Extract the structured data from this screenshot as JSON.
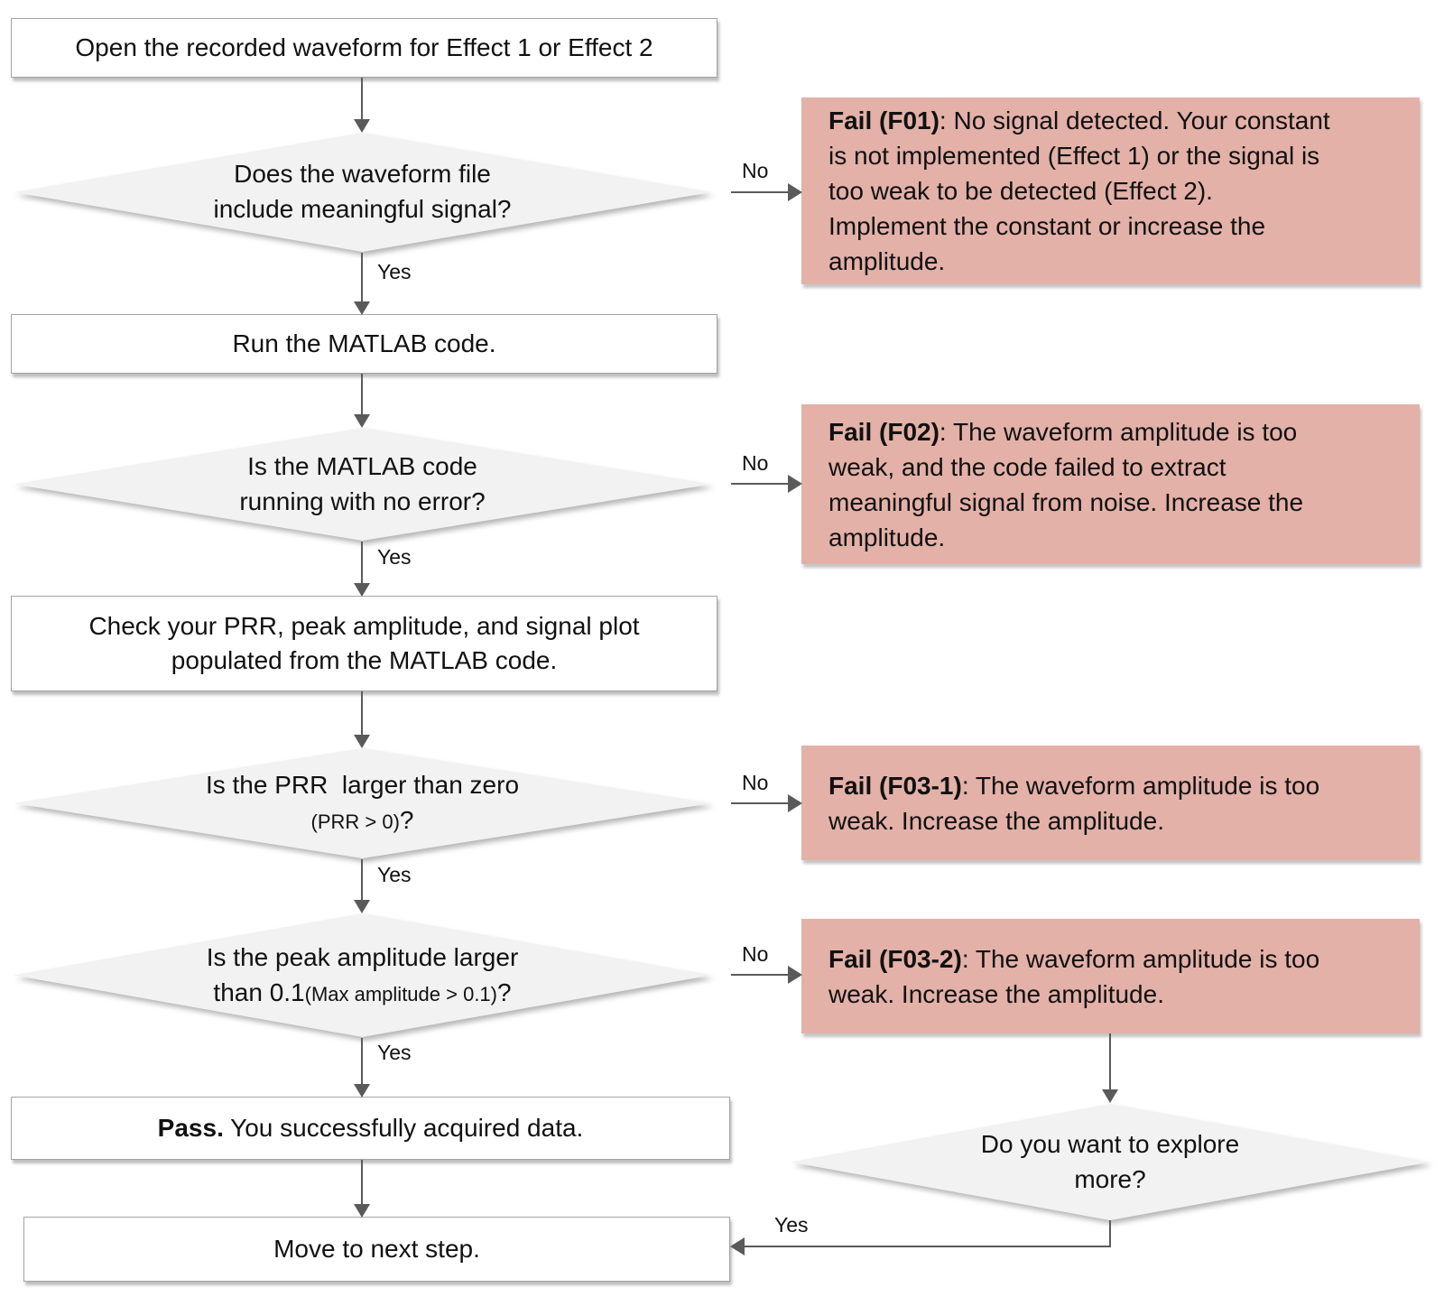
{
  "flow": {
    "start": {
      "label": "Open the recorded waveform for Effect 1 or Effect 2"
    },
    "d1": {
      "line1": "Does the waveform file",
      "line2": "include meaningful signal?"
    },
    "run": {
      "label": "Run the MATLAB code."
    },
    "d2": {
      "line1": "Is the MATLAB code",
      "line2": "running with no error?"
    },
    "check": {
      "line1": "Check your PRR, peak amplitude, and signal plot",
      "line2": "populated from the MATLAB code."
    },
    "d3": {
      "line1": "Is the PRR  larger than zero",
      "small": "(PRR > 0)",
      "suffix": "?"
    },
    "d4": {
      "line1": "Is the peak amplitude larger",
      "prefix2": "than 0.1",
      "small": "(Max amplitude > 0.1)",
      "suffix": "?"
    },
    "pass": {
      "bold": "Pass.",
      "rest": " You successfully acquired data."
    },
    "move": {
      "label": "Move to next step."
    },
    "d5": {
      "line1": "Do you want to explore",
      "line2": "more?"
    }
  },
  "fails": {
    "f01": {
      "title": "Fail (F01)",
      "rest1": ": No signal detected. Your constant",
      "lines": [
        "is not implemented (Effect 1) or the signal is",
        "too weak to be detected (Effect 2).",
        "Implement the constant or increase the",
        "amplitude."
      ]
    },
    "f02": {
      "title": "Fail (F02)",
      "rest1": ": The waveform amplitude is too",
      "lines": [
        "weak, and the code failed to extract",
        "meaningful signal from noise. Increase the",
        "amplitude."
      ]
    },
    "f031": {
      "title": "Fail (F03-1)",
      "rest1": ": The waveform amplitude is too",
      "lines": [
        "weak. Increase the amplitude."
      ]
    },
    "f032": {
      "title": "Fail (F03-2)",
      "rest1": ": The waveform amplitude is too",
      "lines": [
        "weak. Increase the amplitude."
      ]
    }
  },
  "labels": {
    "yes": "Yes",
    "no": "No"
  },
  "colors": {
    "fail_fill": "#e3b1a8",
    "diamond_fill": "#f2f2f2",
    "box_fill": "#ffffff",
    "arrow": "#5a5a5a",
    "text": "#111111"
  }
}
